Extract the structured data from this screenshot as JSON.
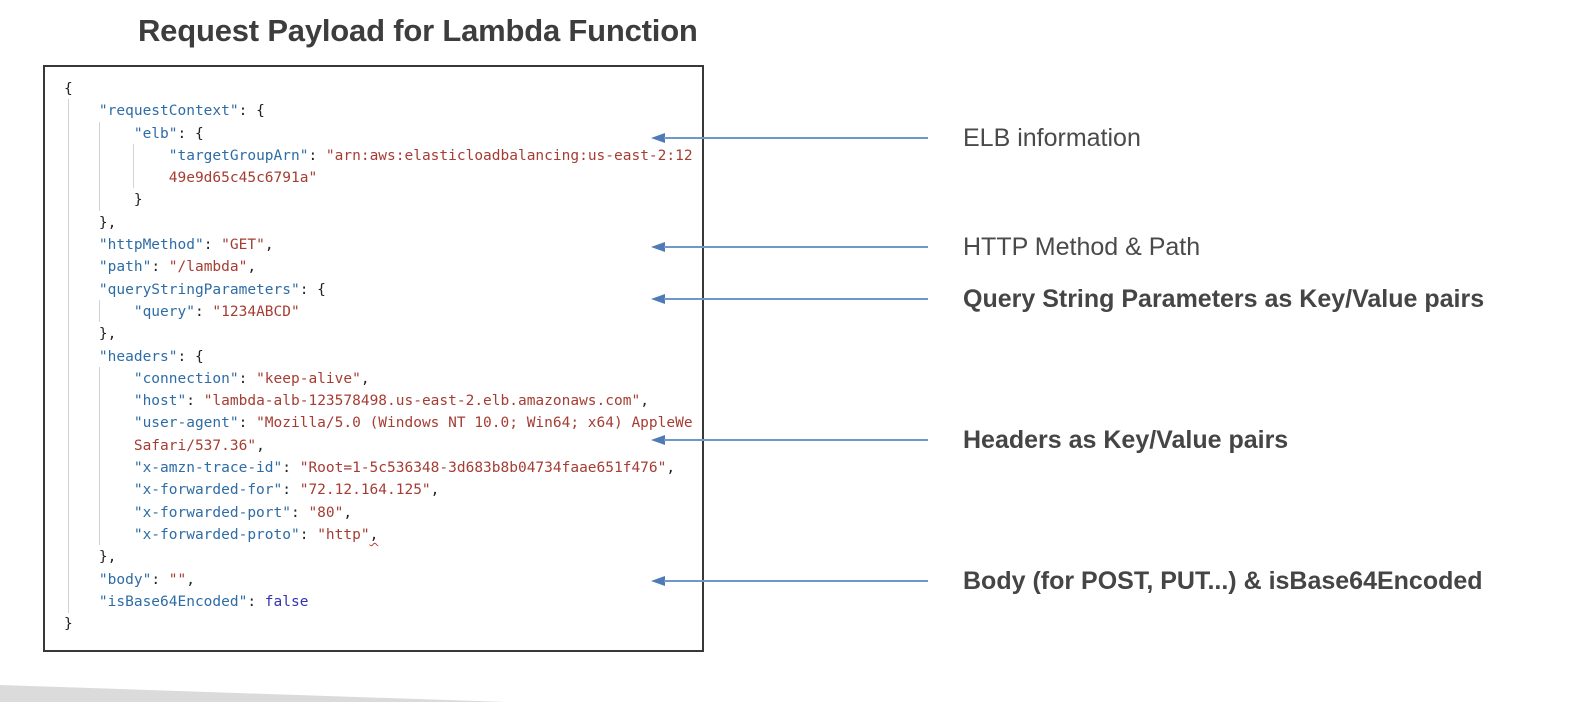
{
  "title": "Request Payload for Lambda Function",
  "colors": {
    "key": "#2e6ca6",
    "string": "#a53d33",
    "keyword": "#3333b0",
    "punct": "#222222",
    "arrow_line": "#6f98ca",
    "arrow_head": "#4e7ab5"
  },
  "code": {
    "lines": [
      [
        [
          "p",
          "{"
        ]
      ],
      [
        [
          "p",
          "    "
        ],
        [
          "k",
          "\"requestContext\""
        ],
        [
          "p",
          ": {"
        ]
      ],
      [
        [
          "p",
          "        "
        ],
        [
          "k",
          "\"elb\""
        ],
        [
          "p",
          ": {"
        ]
      ],
      [
        [
          "p",
          "            "
        ],
        [
          "k",
          "\"targetGroupArn\""
        ],
        [
          "p",
          ": "
        ],
        [
          "s",
          "\"arn:aws:elasticloadbalancing:us-east-2:12"
        ]
      ],
      [
        [
          "p",
          "            "
        ],
        [
          "s",
          "49e9d65c45c6791a\""
        ]
      ],
      [
        [
          "p",
          "        }"
        ]
      ],
      [
        [
          "p",
          "    },"
        ]
      ],
      [
        [
          "p",
          "    "
        ],
        [
          "k",
          "\"httpMethod\""
        ],
        [
          "p",
          ": "
        ],
        [
          "s",
          "\"GET\""
        ],
        [
          "p",
          ","
        ]
      ],
      [
        [
          "p",
          "    "
        ],
        [
          "k",
          "\"path\""
        ],
        [
          "p",
          ": "
        ],
        [
          "s",
          "\"/lambda\""
        ],
        [
          "p",
          ","
        ]
      ],
      [
        [
          "p",
          "    "
        ],
        [
          "k",
          "\"queryStringParameters\""
        ],
        [
          "p",
          ": {"
        ]
      ],
      [
        [
          "p",
          "        "
        ],
        [
          "k",
          "\"query\""
        ],
        [
          "p",
          ": "
        ],
        [
          "s",
          "\"1234ABCD\""
        ]
      ],
      [
        [
          "p",
          "    },"
        ]
      ],
      [
        [
          "p",
          "    "
        ],
        [
          "k",
          "\"headers\""
        ],
        [
          "p",
          ": {"
        ]
      ],
      [
        [
          "p",
          "        "
        ],
        [
          "k",
          "\"connection\""
        ],
        [
          "p",
          ": "
        ],
        [
          "s",
          "\"keep-alive\""
        ],
        [
          "p",
          ","
        ]
      ],
      [
        [
          "p",
          "        "
        ],
        [
          "k",
          "\"host\""
        ],
        [
          "p",
          ": "
        ],
        [
          "s",
          "\"lambda-alb-123578498.us-east-2.elb.amazonaws.com\""
        ],
        [
          "p",
          ","
        ]
      ],
      [
        [
          "p",
          "        "
        ],
        [
          "k",
          "\"user-agent\""
        ],
        [
          "p",
          ": "
        ],
        [
          "s",
          "\"Mozilla/5.0 (Windows NT 10.0; Win64; x64) AppleWe"
        ]
      ],
      [
        [
          "p",
          "        "
        ],
        [
          "s",
          "Safari/537.36\""
        ],
        [
          "p",
          ","
        ]
      ],
      [
        [
          "p",
          "        "
        ],
        [
          "k",
          "\"x-amzn-trace-id\""
        ],
        [
          "p",
          ": "
        ],
        [
          "s",
          "\"Root=1-5c536348-3d683b8b04734faae651f476\""
        ],
        [
          "p",
          ","
        ]
      ],
      [
        [
          "p",
          "        "
        ],
        [
          "k",
          "\"x-forwarded-for\""
        ],
        [
          "p",
          ": "
        ],
        [
          "s",
          "\"72.12.164.125\""
        ],
        [
          "p",
          ","
        ]
      ],
      [
        [
          "p",
          "        "
        ],
        [
          "k",
          "\"x-forwarded-port\""
        ],
        [
          "p",
          ": "
        ],
        [
          "s",
          "\"80\""
        ],
        [
          "p",
          ","
        ]
      ],
      [
        [
          "p",
          "        "
        ],
        [
          "k",
          "\"x-forwarded-proto\""
        ],
        [
          "p",
          ": "
        ],
        [
          "s",
          "\"http\""
        ],
        [
          "e",
          ","
        ]
      ],
      [
        [
          "p",
          "    },"
        ]
      ],
      [
        [
          "p",
          "    "
        ],
        [
          "k",
          "\"body\""
        ],
        [
          "p",
          ": "
        ],
        [
          "s",
          "\"\""
        ],
        [
          "p",
          ","
        ]
      ],
      [
        [
          "p",
          "    "
        ],
        [
          "k",
          "\"isBase64Encoded\""
        ],
        [
          "p",
          ": "
        ],
        [
          "b",
          "false"
        ]
      ],
      [
        [
          "p",
          "}"
        ]
      ]
    ]
  },
  "annotations": [
    {
      "label": "ELB information",
      "bold": false
    },
    {
      "label": "HTTP Method & Path",
      "bold": false
    },
    {
      "label": "Query String Parameters as Key/Value pairs",
      "bold": true
    },
    {
      "label": "Headers as Key/Value pairs",
      "bold": true
    },
    {
      "label": "Body (for POST, PUT...) & isBase64Encoded",
      "bold": true
    }
  ]
}
